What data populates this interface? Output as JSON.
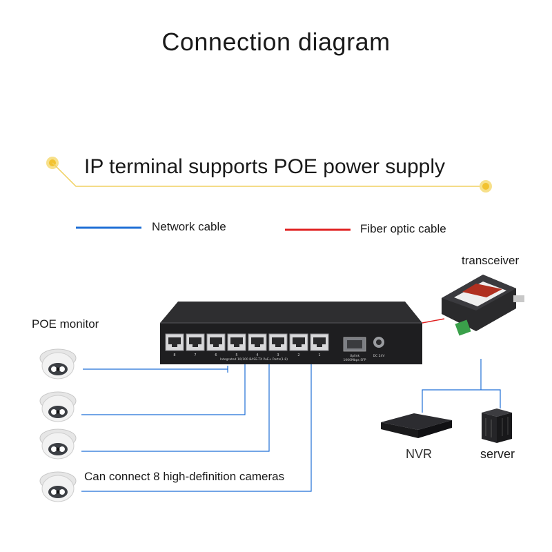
{
  "title": "Connection diagram",
  "subtitle": "IP terminal supports POE power supply",
  "legend": {
    "network_cable": "Network cable",
    "fiber_cable": "Fiber optic cable",
    "network_color": "#1f6fd6",
    "fiber_color": "#e02020"
  },
  "devices": {
    "transceiver": "transceiver",
    "poe_monitor": "POE monitor",
    "cameras_note": "Can connect 8 high-definition cameras",
    "nvr": "NVR",
    "server": "server"
  },
  "switch": {
    "port_numbers": [
      "8",
      "7",
      "6",
      "5",
      "4",
      "3",
      "2",
      "1"
    ],
    "port_caption": "Integrated 10/100 BASE-TX PoE+ Ports(1-8)",
    "uplink_caption": "Uplink",
    "sfp_caption": "1000Mbps SFP",
    "dc_caption": "DC 24V"
  },
  "colors": {
    "accent_dot": "#f2c230",
    "accent_line": "#f0d060"
  }
}
